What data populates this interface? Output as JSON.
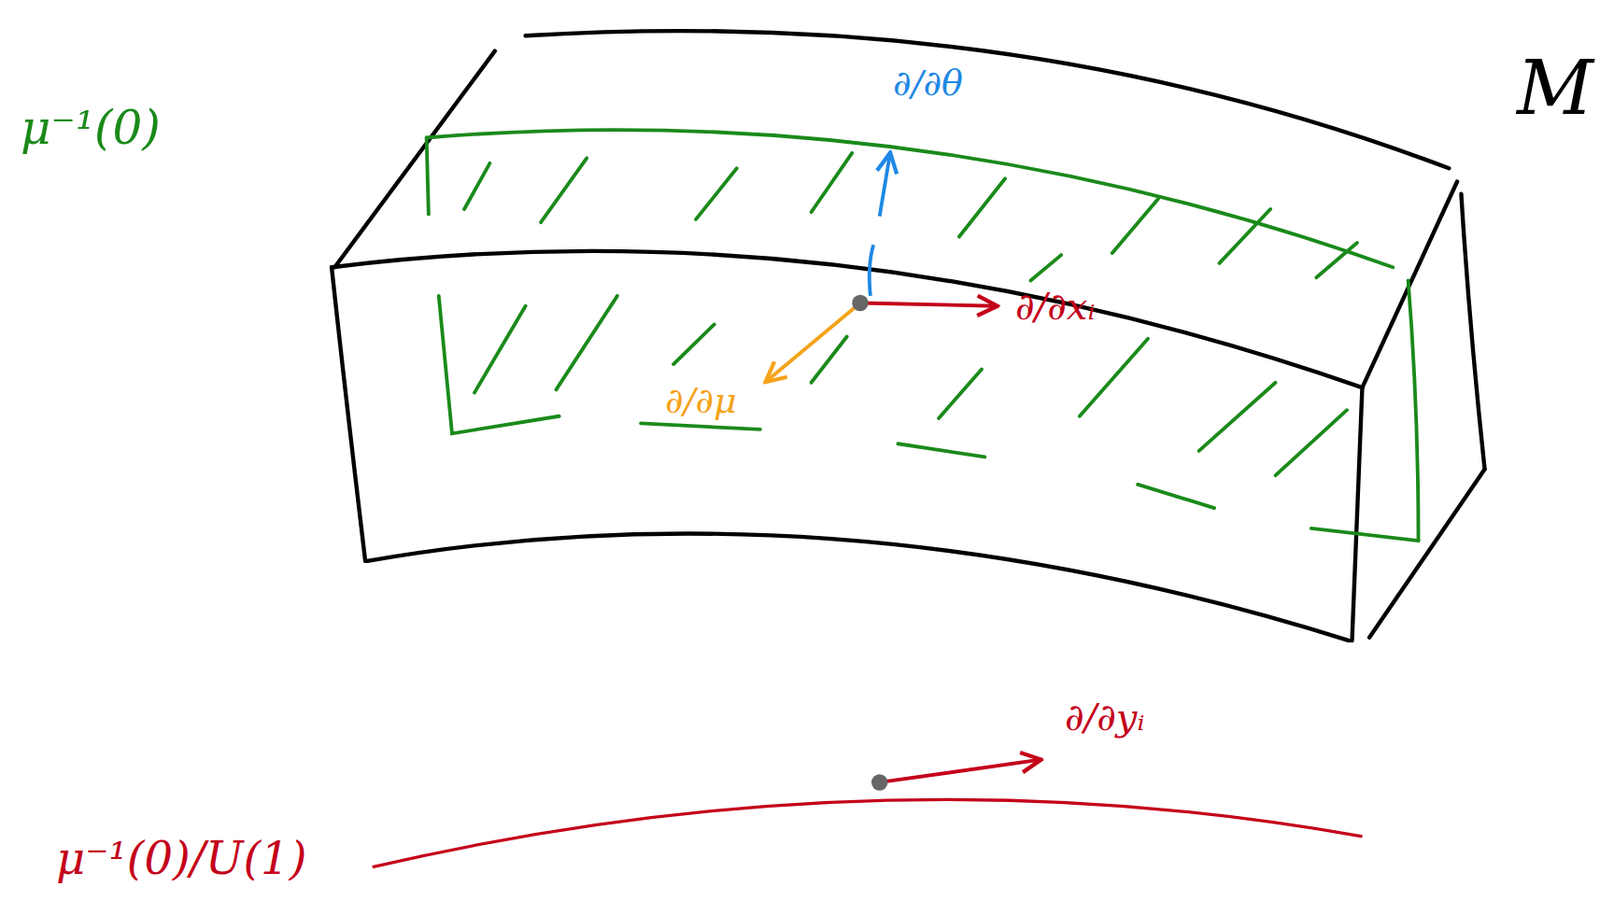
{
  "diagram": {
    "labels": [
      "μ⁻¹(0)",
      "M",
      "∂/∂θ",
      "∂/∂xᵢ",
      "∂/∂μ",
      "∂/∂yᵢ",
      "μ⁻¹(0)/U(1)"
    ]
  }
}
